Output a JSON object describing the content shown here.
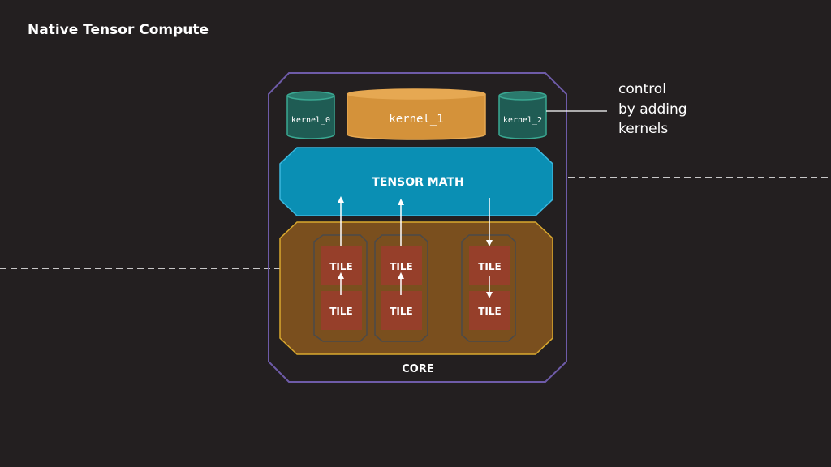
{
  "title": "Native Tensor Compute",
  "kernels": [
    "kernel_0",
    "kernel_1",
    "kernel_2"
  ],
  "tensor_math_label": "TENSOR MATH",
  "core_label": "CORE",
  "tile_label": "TILE",
  "annotation": [
    "control",
    "by adding",
    "kernels"
  ],
  "colors": {
    "background": "#231f20",
    "outer_border": "#6e5ba8",
    "kernel_small_fill": "#1f5c54",
    "kernel_small_stroke": "#3aa892",
    "kernel_large_fill": "#d4923a",
    "kernel_large_stroke": "#e6a852",
    "tensor_math_fill": "#0a8fb4",
    "tensor_math_stroke": "#3cb7dd",
    "core_fill": "#7a4f1e",
    "core_stroke": "#d9a82e",
    "tile_fill": "#963f2a",
    "tile_group_stroke": "#4a4a4a"
  }
}
